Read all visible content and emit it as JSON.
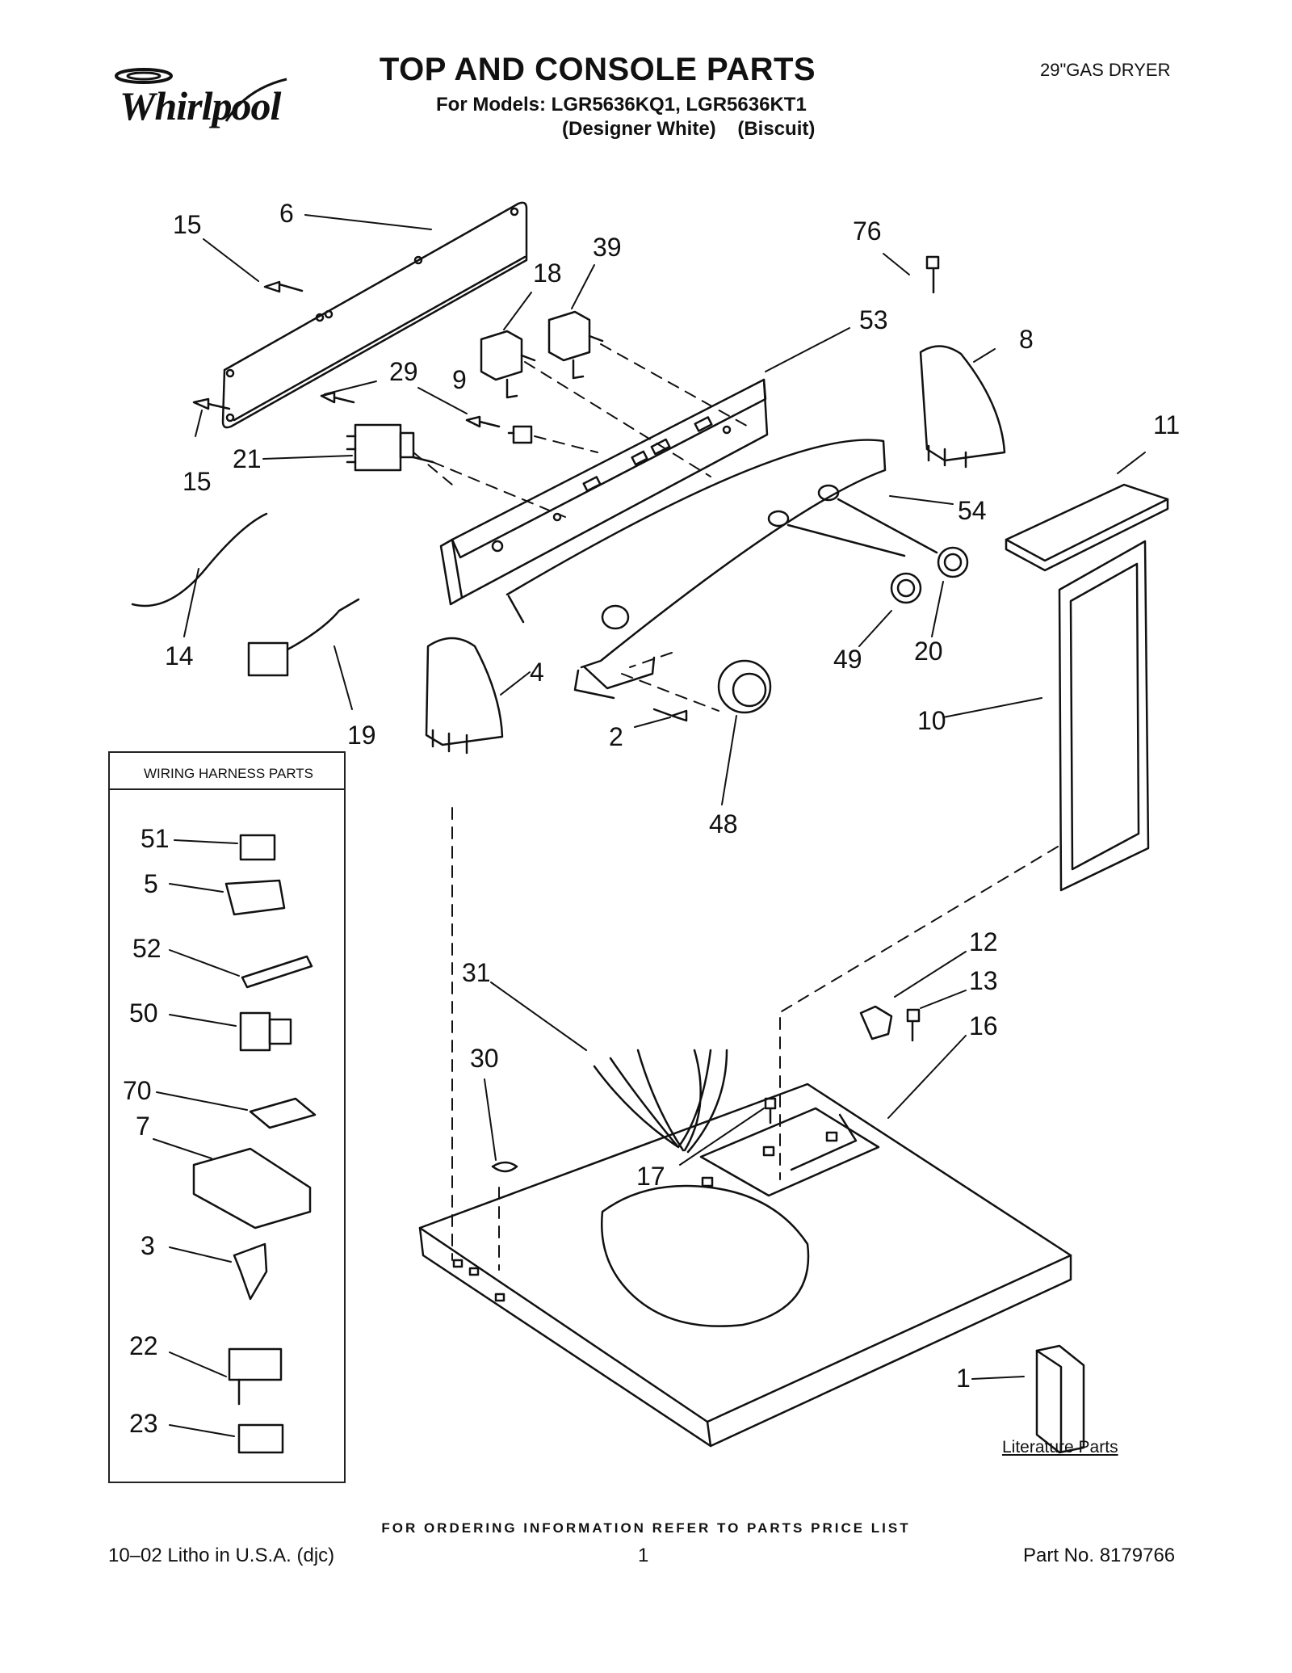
{
  "header": {
    "brand": "Whirlpool",
    "title": "TOP AND CONSOLE PARTS",
    "models_line": "For Models: LGR5636KQ1, LGR5636KT1",
    "variants_line": "(Designer White)    (Biscuit)",
    "model_type": "29\"GAS DRYER"
  },
  "diagram": {
    "callouts": [
      "15",
      "6",
      "76",
      "39",
      "18",
      "53",
      "8",
      "29",
      "9",
      "11",
      "21",
      "15",
      "54",
      "14",
      "49",
      "20",
      "4",
      "19",
      "2",
      "10",
      "48",
      "12",
      "31",
      "13",
      "16",
      "30",
      "17",
      "1"
    ],
    "wiring_harness": {
      "title": "WIRING HARNESS PARTS",
      "callouts": [
        "51",
        "5",
        "52",
        "50",
        "70",
        "7",
        "3",
        "22",
        "23"
      ]
    },
    "literature_label": "Literature Parts"
  },
  "footer": {
    "order_info": "FOR ORDERING INFORMATION REFER TO PARTS PRICE LIST",
    "litho": "10–02 Litho in U.S.A. (djc)",
    "page": "1",
    "part_no": "Part No. 8179766"
  }
}
